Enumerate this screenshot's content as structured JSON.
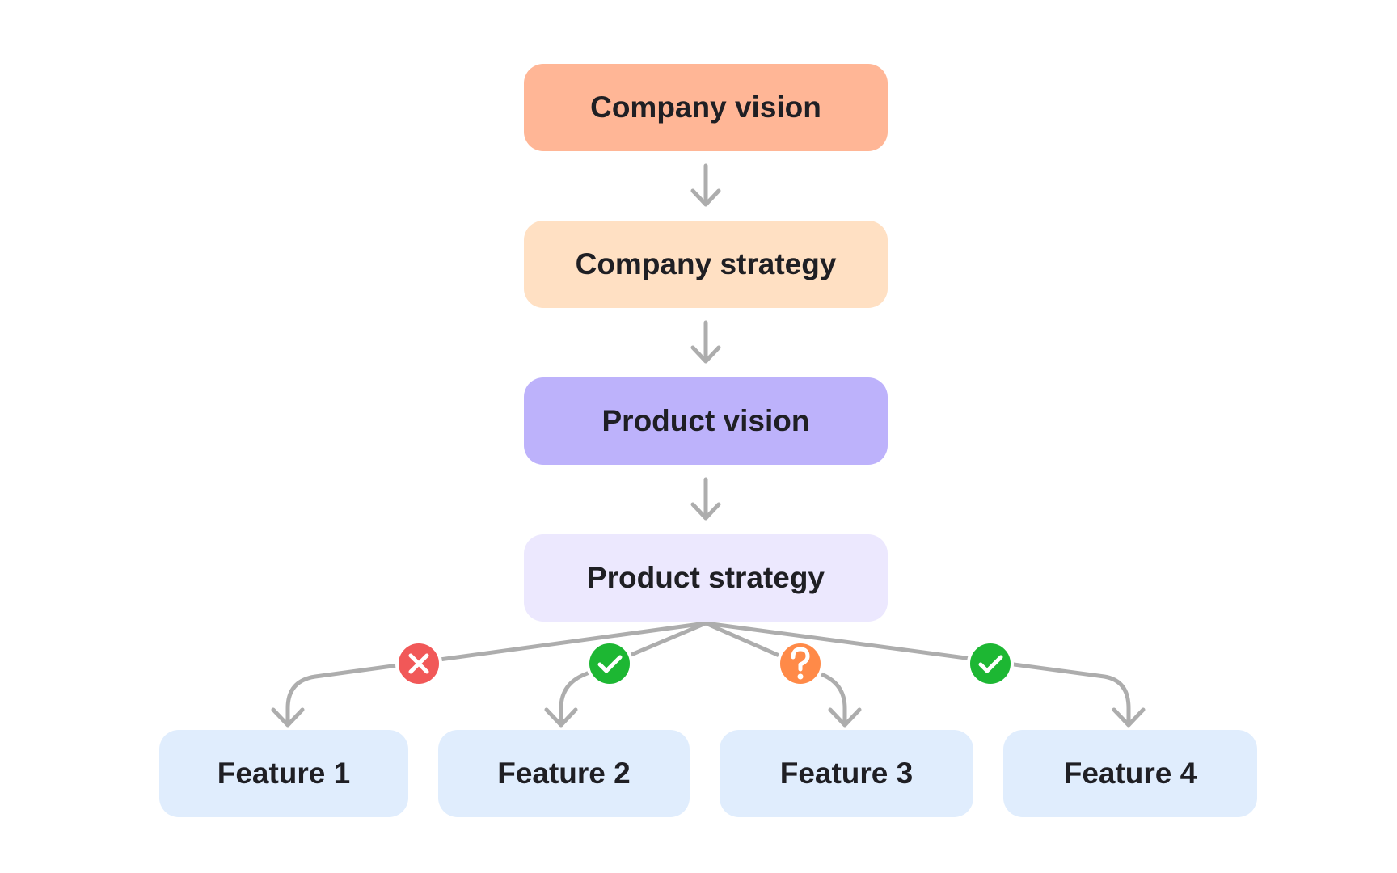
{
  "colors": {
    "company_vision": "#ffb696",
    "company_strategy": "#ffe0c3",
    "product_vision": "#bdb2fb",
    "product_strategy": "#ece8fe",
    "feature": "#e0edfd",
    "connector": "#adadad",
    "status_no": "#f15858",
    "status_yes": "#1db733",
    "status_unknown": "#ff8a48"
  },
  "nodes": {
    "company_vision": "Company vision",
    "company_strategy": "Company strategy",
    "product_vision": "Product vision",
    "product_strategy": "Product strategy"
  },
  "features": [
    {
      "label": "Feature 1",
      "status": "rejected",
      "icon": "x-mark-icon"
    },
    {
      "label": "Feature 2",
      "status": "approved",
      "icon": "check-mark-icon"
    },
    {
      "label": "Feature 3",
      "status": "undecided",
      "icon": "question-mark-icon"
    },
    {
      "label": "Feature 4",
      "status": "approved",
      "icon": "check-mark-icon"
    }
  ]
}
